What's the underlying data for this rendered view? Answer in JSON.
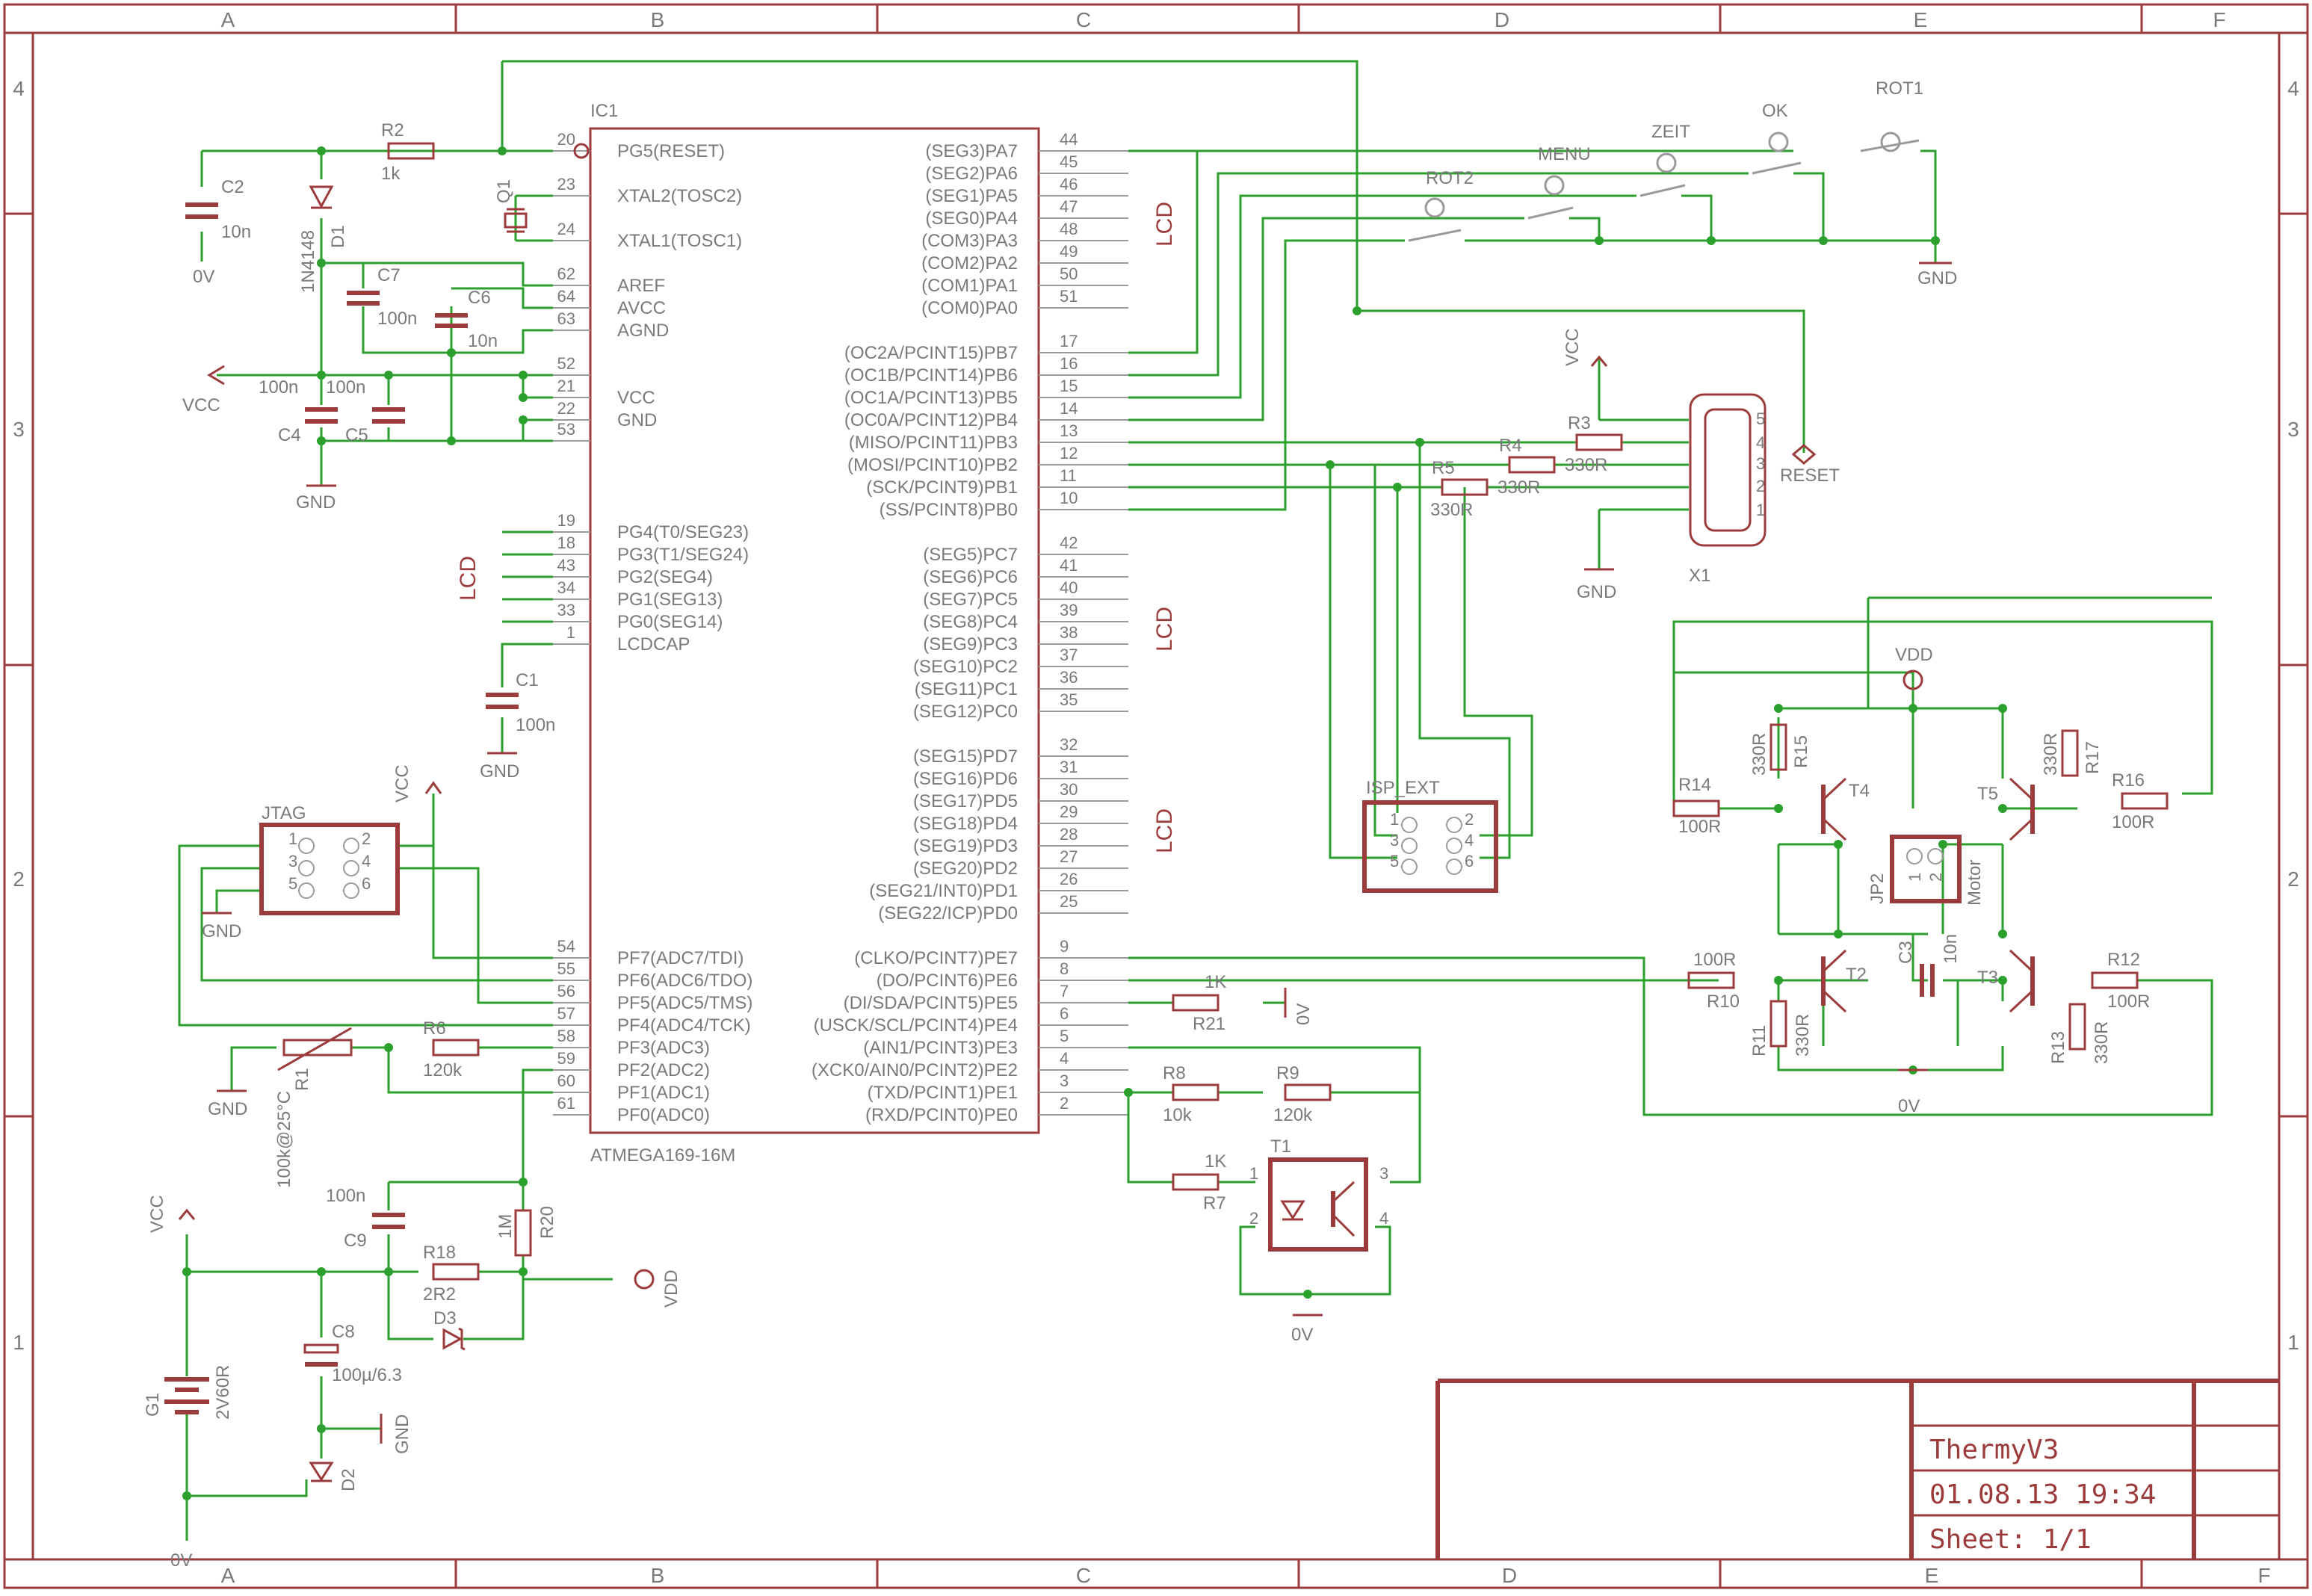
{
  "frame": {
    "columns": [
      "A",
      "B",
      "C",
      "D",
      "E",
      "F"
    ],
    "rows": [
      "4",
      "3",
      "2",
      "1"
    ]
  },
  "title_block": {
    "title": "ThermyV3",
    "date": "01.08.13 19:34",
    "sheet": "Sheet: 1/1"
  },
  "mcu": {
    "name": "IC1",
    "value": "ATMEGA169-16M",
    "left_pins": [
      {
        "num": "20",
        "name": "PG5(RESET)"
      },
      {
        "num": "23",
        "name": "XTAL2(TOSC2)"
      },
      {
        "num": "24",
        "name": "XTAL1(TOSC1)"
      },
      {
        "num": "62",
        "name": "AREF"
      },
      {
        "num": "64",
        "name": "AVCC"
      },
      {
        "num": "63",
        "name": "AGND"
      },
      {
        "num": "52",
        "name": ""
      },
      {
        "num": "21",
        "name": "VCC"
      },
      {
        "num": "22",
        "name": "GND"
      },
      {
        "num": "53",
        "name": ""
      },
      {
        "num": "19",
        "name": "PG4(T0/SEG23)"
      },
      {
        "num": "18",
        "name": "PG3(T1/SEG24)"
      },
      {
        "num": "43",
        "name": "PG2(SEG4)"
      },
      {
        "num": "34",
        "name": "PG1(SEG13)"
      },
      {
        "num": "33",
        "name": "PG0(SEG14)"
      },
      {
        "num": "1",
        "name": "LCDCAP"
      },
      {
        "num": "54",
        "name": "PF7(ADC7/TDI)"
      },
      {
        "num": "55",
        "name": "PF6(ADC6/TDO)"
      },
      {
        "num": "56",
        "name": "PF5(ADC5/TMS)"
      },
      {
        "num": "57",
        "name": "PF4(ADC4/TCK)"
      },
      {
        "num": "58",
        "name": "PF3(ADC3)"
      },
      {
        "num": "59",
        "name": "PF2(ADC2)"
      },
      {
        "num": "60",
        "name": "PF1(ADC1)"
      },
      {
        "num": "61",
        "name": "PF0(ADC0)"
      }
    ],
    "right_pins": [
      {
        "num": "44",
        "name": "(SEG3)PA7"
      },
      {
        "num": "45",
        "name": "(SEG2)PA6"
      },
      {
        "num": "46",
        "name": "(SEG1)PA5"
      },
      {
        "num": "47",
        "name": "(SEG0)PA4"
      },
      {
        "num": "48",
        "name": "(COM3)PA3"
      },
      {
        "num": "49",
        "name": "(COM2)PA2"
      },
      {
        "num": "50",
        "name": "(COM1)PA1"
      },
      {
        "num": "51",
        "name": "(COM0)PA0"
      },
      {
        "num": "17",
        "name": "(OC2A/PCINT15)PB7"
      },
      {
        "num": "16",
        "name": "(OC1B/PCINT14)PB6"
      },
      {
        "num": "15",
        "name": "(OC1A/PCINT13)PB5"
      },
      {
        "num": "14",
        "name": "(OC0A/PCINT12)PB4"
      },
      {
        "num": "13",
        "name": "(MISO/PCINT11)PB3"
      },
      {
        "num": "12",
        "name": "(MOSI/PCINT10)PB2"
      },
      {
        "num": "11",
        "name": "(SCK/PCINT9)PB1"
      },
      {
        "num": "10",
        "name": "(SS/PCINT8)PB0"
      },
      {
        "num": "42",
        "name": "(SEG5)PC7"
      },
      {
        "num": "41",
        "name": "(SEG6)PC6"
      },
      {
        "num": "40",
        "name": "(SEG7)PC5"
      },
      {
        "num": "39",
        "name": "(SEG8)PC4"
      },
      {
        "num": "38",
        "name": "(SEG9)PC3"
      },
      {
        "num": "37",
        "name": "(SEG10)PC2"
      },
      {
        "num": "36",
        "name": "(SEG11)PC1"
      },
      {
        "num": "35",
        "name": "(SEG12)PC0"
      },
      {
        "num": "32",
        "name": "(SEG15)PD7"
      },
      {
        "num": "31",
        "name": "(SEG16)PD6"
      },
      {
        "num": "30",
        "name": "(SEG17)PD5"
      },
      {
        "num": "29",
        "name": "(SEG18)PD4"
      },
      {
        "num": "28",
        "name": "(SEG19)PD3"
      },
      {
        "num": "27",
        "name": "(SEG20)PD2"
      },
      {
        "num": "26",
        "name": "(SEG21/INT0)PD1"
      },
      {
        "num": "25",
        "name": "(SEG22/ICP)PD0"
      },
      {
        "num": "9",
        "name": "(CLKO/PCINT7)PE7"
      },
      {
        "num": "8",
        "name": "(DO/PCINT6)PE6"
      },
      {
        "num": "7",
        "name": "(DI/SDA/PCINT5)PE5"
      },
      {
        "num": "6",
        "name": "(USCK/SCL/PCINT4)PE4"
      },
      {
        "num": "5",
        "name": "(AIN1/PCINT3)PE3"
      },
      {
        "num": "4",
        "name": "(XCK0/AIN0/PCINT2)PE2"
      },
      {
        "num": "3",
        "name": "(TXD/PCINT1)PE1"
      },
      {
        "num": "2",
        "name": "(RXD/PCINT0)PE0"
      }
    ]
  },
  "labels": {
    "lcd": "LCD",
    "vcc": "VCC",
    "gnd": "GND",
    "zero_v": "0V",
    "vdd": "VDD",
    "reset": "RESET",
    "x1": "X1",
    "jtag": "JTAG",
    "isp": "ISP_EXT",
    "jp2": "JP2",
    "motor": "Motor",
    "t1": "T1",
    "g1": "G1",
    "g1_val": "2V60R",
    "r1_val": "100k@25°C",
    "btn_rot1": "ROT1",
    "btn_ok": "OK",
    "btn_zeit": "ZEIT",
    "btn_menu": "MENU",
    "btn_rot2": "ROT2"
  },
  "parts": {
    "R2": [
      "R2",
      "1k"
    ],
    "C2": [
      "C2",
      "10n"
    ],
    "D1": [
      "D1",
      "1N4148"
    ],
    "C7": [
      "C7",
      "100n"
    ],
    "C6": [
      "C6",
      "10n"
    ],
    "C4": [
      "C4",
      "100n"
    ],
    "C5": [
      "C5",
      "100n"
    ],
    "C1": [
      "C1",
      "100n"
    ],
    "Q1": [
      "Q1",
      ""
    ],
    "R3": [
      "R3",
      "330R"
    ],
    "R4": [
      "R4",
      "330R"
    ],
    "R5": [
      "R5",
      "330R"
    ],
    "R14": [
      "R14",
      "100R"
    ],
    "R15": [
      "R15",
      "330R"
    ],
    "R16": [
      "R16",
      "100R"
    ],
    "R17": [
      "R17",
      "330R"
    ],
    "R10": [
      "R10",
      "100R"
    ],
    "R11": [
      "R11",
      "330R"
    ],
    "R12": [
      "R12",
      "100R"
    ],
    "R13": [
      "R13",
      "330R"
    ],
    "C3": [
      "C3",
      "10n"
    ],
    "T2": [
      "T2",
      ""
    ],
    "T3": [
      "T3",
      ""
    ],
    "T4": [
      "T4",
      ""
    ],
    "T5": [
      "T5",
      ""
    ],
    "R21": [
      "R21",
      "1K"
    ],
    "R8": [
      "R8",
      "10k"
    ],
    "R9": [
      "R9",
      "120k"
    ],
    "R7": [
      "R7",
      "1K"
    ],
    "R6": [
      "R6",
      "120k"
    ],
    "R1": [
      "R1",
      ""
    ],
    "C9": [
      "C9",
      "100n"
    ],
    "R18": [
      "R18",
      "2R2"
    ],
    "R20": [
      "R20",
      "1M"
    ],
    "D3": [
      "D3",
      ""
    ],
    "C8": [
      "C8",
      "100µ/6.3"
    ],
    "D2": [
      "D2",
      ""
    ]
  },
  "pin_numbers": {
    "x1": [
      "5",
      "4",
      "3",
      "2",
      "1"
    ],
    "jtag": [
      "1",
      "2",
      "3",
      "4",
      "5",
      "6"
    ],
    "isp": [
      "1",
      "2",
      "3",
      "4",
      "5",
      "6"
    ],
    "jp2": [
      "1",
      "2"
    ],
    "t1": [
      "1",
      "2",
      "3",
      "4"
    ]
  }
}
